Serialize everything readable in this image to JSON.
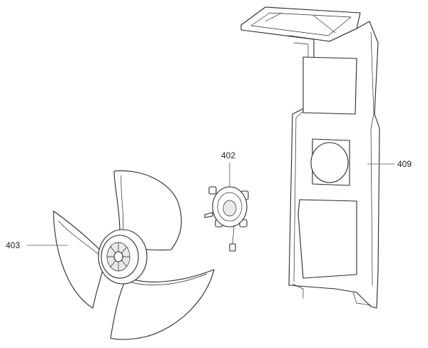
{
  "callouts": {
    "fan_blade": "403",
    "motor": "402",
    "bracket": "409"
  }
}
